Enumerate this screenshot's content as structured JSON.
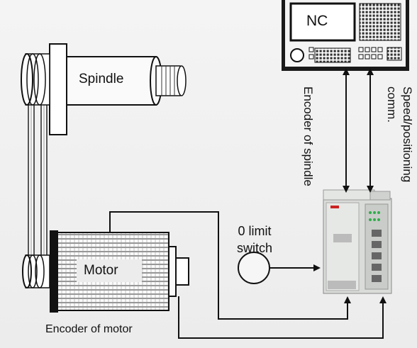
{
  "labels": {
    "nc": "NC",
    "spindle": "Spindle",
    "motor": "Motor",
    "encoder_of_motor": "Encoder of motor",
    "encoder_of_spindle": "Encoder of spindle",
    "speed_positioning_line1": "Speed/positioning",
    "speed_positioning_line2": "comm.",
    "limit_switch_line1": "0 limit",
    "limit_switch_line2": "switch"
  },
  "colors": {
    "background": "#f0f0f0",
    "line": "#111111",
    "drive_body": "#d9dcd8",
    "drive_led": "#2fae4a"
  }
}
